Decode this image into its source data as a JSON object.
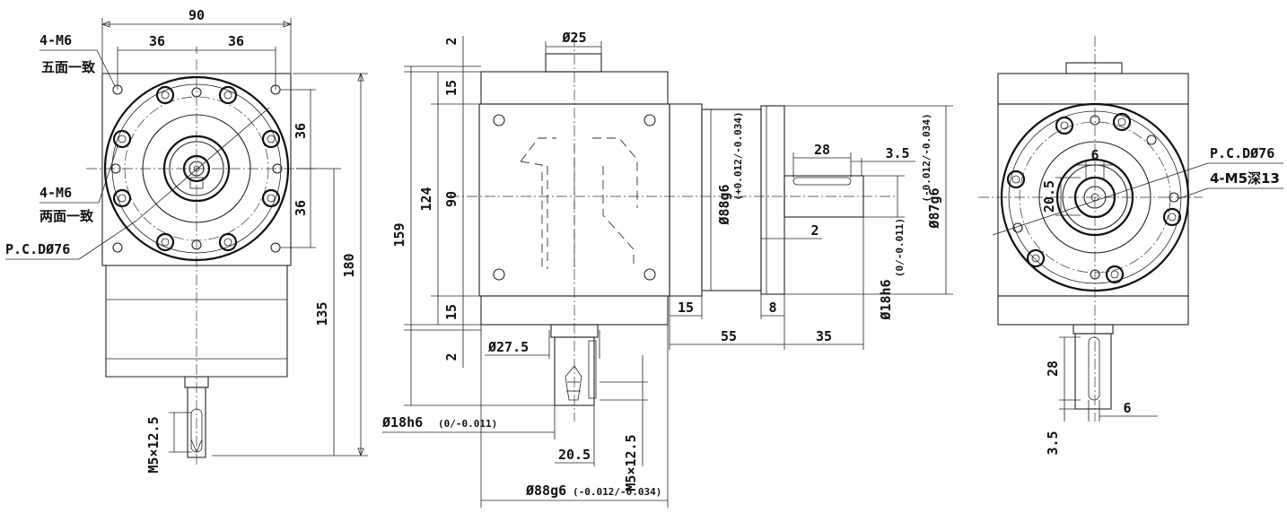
{
  "front_view": {
    "width": "90",
    "half_left": "36",
    "half_right": "36",
    "holes_top": "4-M6",
    "holes_top_note": "五面一致",
    "holes_side": "4-M6",
    "holes_side_note": "两面一致",
    "pcd": "P.C.DØ76",
    "right_upper": "36",
    "right_lower": "36",
    "height_total": "180",
    "height_shaft": "135",
    "shaft_thread": "M5×12.5"
  },
  "side_view": {
    "top_gap": "2",
    "top_flange": "15",
    "top_shaft_dia": "Ø25",
    "height_159": "159",
    "height_124": "124",
    "height_90": "90",
    "bottom_flange": "15",
    "bottom_gap": "2",
    "bottom_shaft_dia": "Ø27.5",
    "spigot_left": "Ø88g6",
    "spigot_left_tol": "(+0.012/-0.034)",
    "key_len": "28",
    "key_offset": "3.5",
    "spigot_right": "Ø87g6",
    "spigot_right_tol": "(-0.012/-0.034)",
    "spigot_step": "2",
    "shaft_dia_right": "Ø18h6",
    "shaft_dia_right_tol": "(0/-0.011)",
    "len_15": "15",
    "len_8": "8",
    "len_55": "55",
    "len_35": "35",
    "shaft_dia_bottom": "Ø18h6",
    "shaft_dia_bottom_tol": "(0/-0.011)",
    "shaft_bottom_len": "20.5",
    "spigot_bottom": "Ø88g6",
    "spigot_bottom_tol": "(-0.012/-0.034)",
    "bottom_thread": "M5×12.5"
  },
  "end_view": {
    "pcd": "P.C.DØ76",
    "holes": "4-M5深13",
    "key_width": "6",
    "shaft_height": "20.5",
    "key_len": "28",
    "key_width_bottom": "6",
    "shaft_step": "3.5"
  }
}
